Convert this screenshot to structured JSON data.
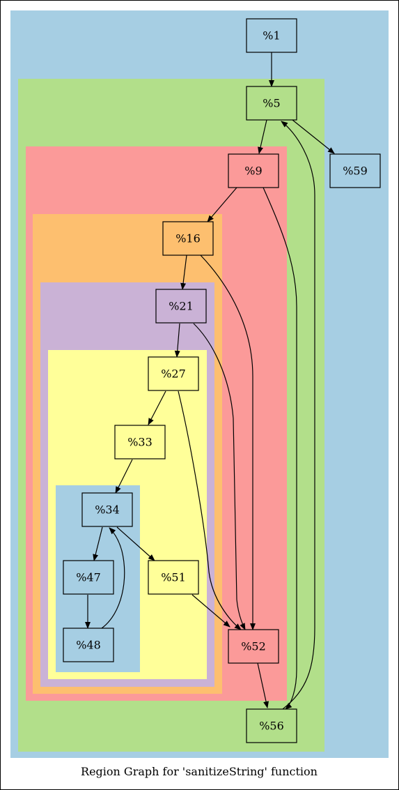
{
  "caption": "Region Graph for 'sanitizeString' function",
  "colors": {
    "blue": "#a6cee3",
    "green": "#b2df8a",
    "red": "#fb9a99",
    "orange": "#fdbf6f",
    "purple": "#cab2d6",
    "yellow": "#ffff99"
  },
  "regions": [
    {
      "id": "region-outer",
      "color": "blue"
    },
    {
      "id": "region-loop-5",
      "color": "green"
    },
    {
      "id": "region-loop-9",
      "color": "red"
    },
    {
      "id": "region-loop-16",
      "color": "orange"
    },
    {
      "id": "region-loop-21",
      "color": "purple"
    },
    {
      "id": "region-loop-27",
      "color": "yellow"
    },
    {
      "id": "region-loop-34",
      "color": "blue"
    }
  ],
  "nodes": [
    {
      "id": "n1",
      "label": "%1",
      "color": "blue"
    },
    {
      "id": "n5",
      "label": "%5",
      "color": "green"
    },
    {
      "id": "n59",
      "label": "%59",
      "color": "blue"
    },
    {
      "id": "n9",
      "label": "%9",
      "color": "red"
    },
    {
      "id": "n16",
      "label": "%16",
      "color": "orange"
    },
    {
      "id": "n21",
      "label": "%21",
      "color": "purple"
    },
    {
      "id": "n27",
      "label": "%27",
      "color": "yellow"
    },
    {
      "id": "n33",
      "label": "%33",
      "color": "yellow"
    },
    {
      "id": "n34",
      "label": "%34",
      "color": "blue"
    },
    {
      "id": "n47",
      "label": "%47",
      "color": "blue"
    },
    {
      "id": "n48",
      "label": "%48",
      "color": "blue"
    },
    {
      "id": "n51",
      "label": "%51",
      "color": "yellow"
    },
    {
      "id": "n52",
      "label": "%52",
      "color": "red"
    },
    {
      "id": "n56",
      "label": "%56",
      "color": "green"
    }
  ],
  "edges": [
    {
      "from": "%1",
      "to": "%5"
    },
    {
      "from": "%5",
      "to": "%9"
    },
    {
      "from": "%5",
      "to": "%59"
    },
    {
      "from": "%9",
      "to": "%16"
    },
    {
      "from": "%9",
      "to": "%56"
    },
    {
      "from": "%16",
      "to": "%21"
    },
    {
      "from": "%16",
      "to": "%52"
    },
    {
      "from": "%21",
      "to": "%27"
    },
    {
      "from": "%21",
      "to": "%52"
    },
    {
      "from": "%27",
      "to": "%33"
    },
    {
      "from": "%27",
      "to": "%52"
    },
    {
      "from": "%33",
      "to": "%34"
    },
    {
      "from": "%34",
      "to": "%47"
    },
    {
      "from": "%34",
      "to": "%51"
    },
    {
      "from": "%47",
      "to": "%48"
    },
    {
      "from": "%48",
      "to": "%34"
    },
    {
      "from": "%51",
      "to": "%52"
    },
    {
      "from": "%52",
      "to": "%56"
    },
    {
      "from": "%56",
      "to": "%5"
    }
  ]
}
